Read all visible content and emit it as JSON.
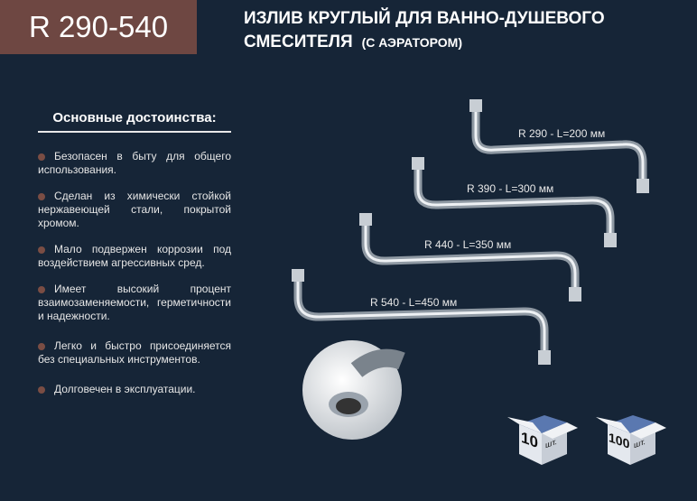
{
  "model": "R 290-540",
  "title": {
    "line1": "ИЗЛИВ КРУГЛЫЙ ДЛЯ ВАННО-ДУШЕВОГО",
    "line2": "СМЕСИТЕЛЯ",
    "line2_sub": "(С АЭРАТОРОМ)"
  },
  "advantages": {
    "heading": "Основные достоинства:",
    "items": [
      "Безопасен в быту для общего использования.",
      "Сделан из химически стойкой нержавеющей стали, покрытой хромом.",
      "Мало подвержен коррозии под воздействием агрессивных сред.",
      "Имеет высокий процент взаимозаменяемости, герметичности и надежности.",
      "Легко и быстро присоединяется без специальных инструментов.",
      "Долговечен в эксплуатации."
    ]
  },
  "pipes": [
    "R 290 - L=200 мм",
    "R 390 - L=300 мм",
    "R 440 - L=350 мм",
    "R 540 - L=450 мм"
  ],
  "packages": [
    {
      "count": "10",
      "unit": "шт."
    },
    {
      "count": "100",
      "unit": "шт."
    }
  ],
  "colors": {
    "background": "#162537",
    "model_box": "#6e4742",
    "bullet": "#7a4d44"
  }
}
